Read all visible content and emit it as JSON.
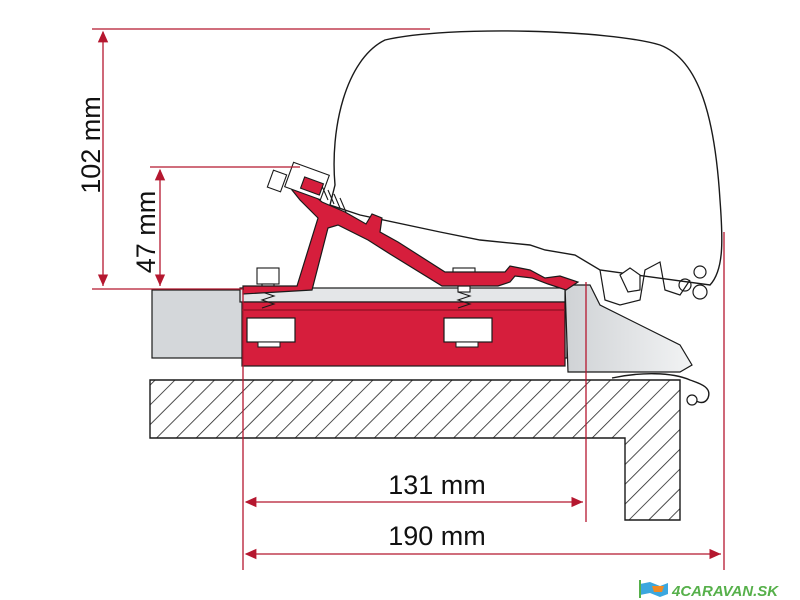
{
  "dimensions": {
    "height_total": "102 mm",
    "height_bracket": "47 mm",
    "width_inner": "131 mm",
    "width_total": "190 mm"
  },
  "watermark": {
    "brand": "4CARAVAN.SK"
  },
  "colors": {
    "adapter_red": "#d61e3c",
    "dimension_line": "#b5172f",
    "rail_gray": "#d4d7da",
    "outline": "#1a1a1a"
  },
  "icons": {
    "logo": "caravan-flag-icon"
  }
}
